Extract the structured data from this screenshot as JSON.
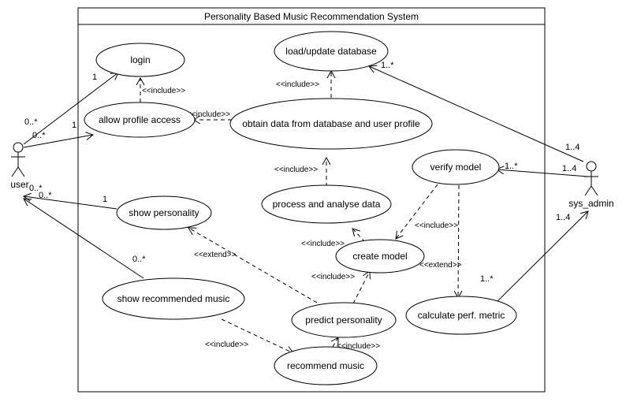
{
  "system": {
    "title": "Personality Based Music Recommendation System"
  },
  "actors": {
    "user": "user",
    "admin": "sys_admin"
  },
  "use_cases": {
    "login": "login",
    "load_db": "load/update database",
    "allow_profile": "allow profile access",
    "obtain_data": "obtain data from database and user profile",
    "verify_model": "verify model",
    "process_data": "process and analyse data",
    "show_personality": "show personality",
    "create_model": "create model",
    "show_music": "show recommended music",
    "predict": "predict personality",
    "calc_metric": "calculate perf. metric",
    "recommend": "recommend music"
  },
  "relations": {
    "include": "<<include>>",
    "extend": "<<extend>>"
  },
  "multiplicity": {
    "user_login_user": "0..*",
    "user_login_uc": "1",
    "user_allow_user": "0..*",
    "user_allow_uc": "1",
    "user_showpers_user": "0..*",
    "user_showpers_uc": "1",
    "user_showmusic_user": "0..*",
    "user_showmusic_uc": "0..*",
    "admin_load_admin": "1..4",
    "admin_load_uc": "1..*",
    "admin_verify_admin": "1..4",
    "admin_verify_uc": "1..*",
    "admin_calc_admin": "1..4",
    "admin_calc_uc": "1..*"
  }
}
